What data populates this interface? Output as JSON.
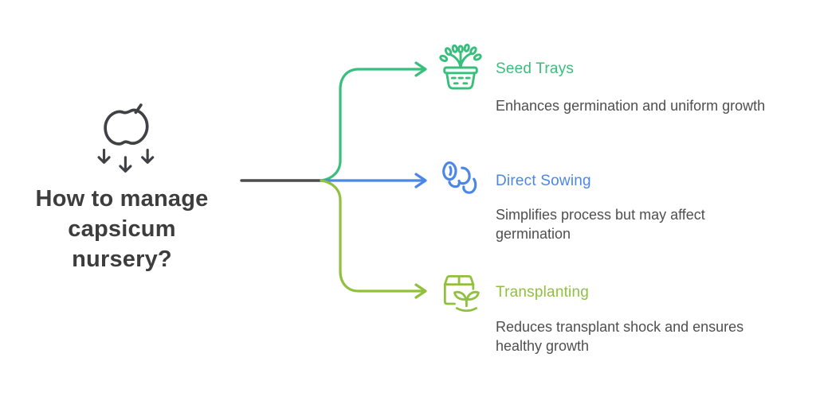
{
  "title": "How to manage capsicum nursery?",
  "root": {
    "icon": "capsicum-falling-icon"
  },
  "colors": {
    "title_text": "#3d3d3d",
    "description_text": "#4f4f4f",
    "root_icon": "#3f4145",
    "trunk_line": "#4c4c4c",
    "green": "#38bf7c",
    "blue": "#4a87e8",
    "olive": "#90c03e"
  },
  "branches": [
    {
      "label": "Seed Trays",
      "description": "Enhances germination and uniform growth",
      "icon": "seed-tray-icon",
      "color": "#38bf7c"
    },
    {
      "label": "Direct Sowing",
      "description": "Simplifies process but may affect germination",
      "icon": "seeds-icon",
      "color": "#4a87e8"
    },
    {
      "label": "Transplanting",
      "description": "Reduces transplant shock and ensures healthy growth",
      "icon": "transplant-box-icon",
      "color": "#90c03e"
    }
  ]
}
